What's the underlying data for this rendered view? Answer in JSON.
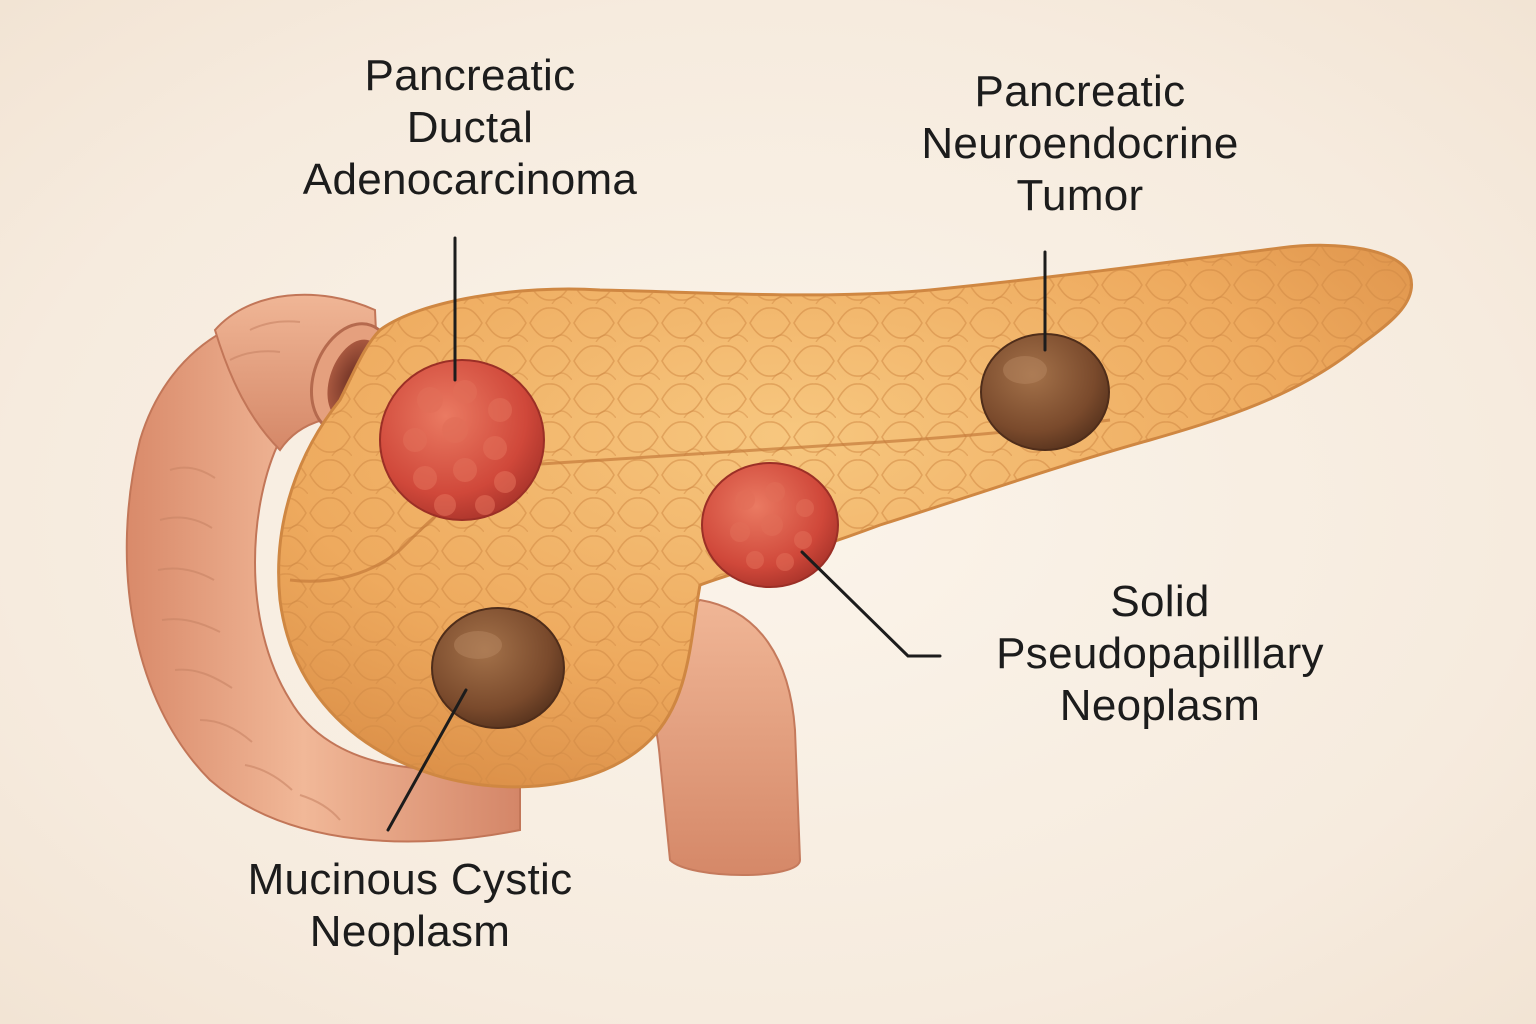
{
  "labels": {
    "pdac": [
      "Pancreatic",
      "Ductal",
      "Adenocarcinoma"
    ],
    "pnet": [
      "Pancreatic",
      "Neuroendocrine",
      "Tumor"
    ],
    "spn": [
      "Solid",
      "Pseudopapilllary",
      "Neoplasm"
    ],
    "mcn": [
      "Mucinous Cystic",
      "Neoplasm"
    ]
  },
  "colors": {
    "background": "#f8efe4",
    "pancreas": "#f0b060",
    "duodenum": "#e9a581",
    "red_tumor": "#d4503f",
    "brown_tumor": "#7a4a2c",
    "leader_line": "#1c1c1c"
  }
}
